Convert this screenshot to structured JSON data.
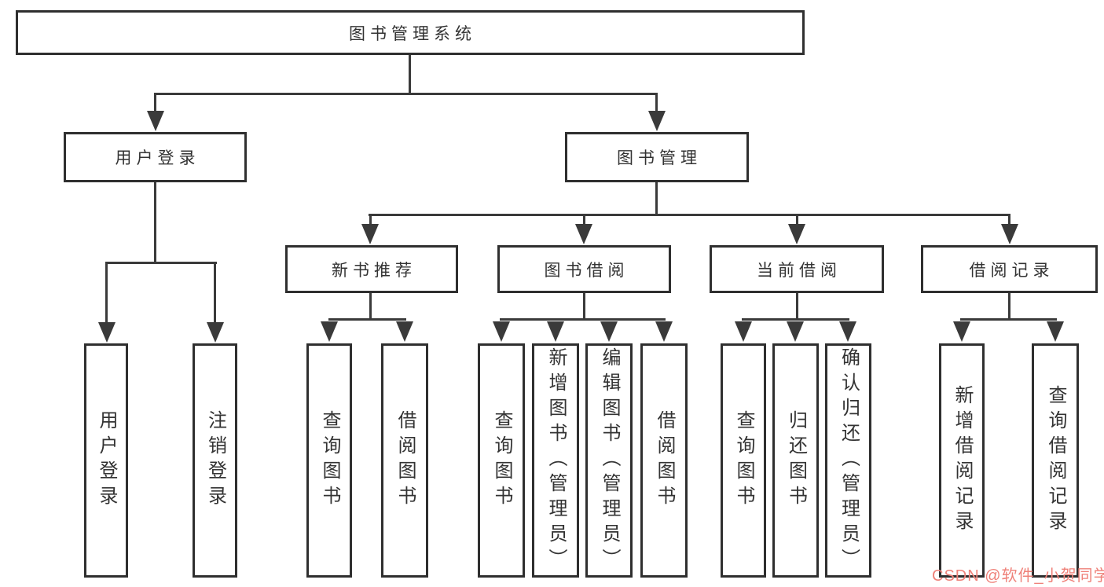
{
  "diagram": {
    "root": {
      "label": "图书管理系统"
    },
    "branches": [
      {
        "label": "用户登录",
        "children": [
          {
            "label": "用户登录"
          },
          {
            "label": "注销登录"
          }
        ]
      },
      {
        "label": "图书管理",
        "children": [
          {
            "label": "新书推荐",
            "children": [
              {
                "label": "查询图书"
              },
              {
                "label": "借阅图书"
              }
            ]
          },
          {
            "label": "图书借阅",
            "children": [
              {
                "label": "查询图书"
              },
              {
                "label": "新增图书（管理员）"
              },
              {
                "label": "编辑图书（管理员）"
              },
              {
                "label": "借阅图书"
              }
            ]
          },
          {
            "label": "当前借阅",
            "children": [
              {
                "label": "查询图书"
              },
              {
                "label": "归还图书"
              },
              {
                "label": "确认归还（管理员）"
              }
            ]
          },
          {
            "label": "借阅记录",
            "children": [
              {
                "label": "新增借阅记录"
              },
              {
                "label": "查询借阅记录"
              }
            ]
          }
        ]
      }
    ]
  },
  "watermark": {
    "text": "CSDN @软件_小贺同学"
  },
  "colors": {
    "background": "#ffffff",
    "box_border": "#2f2f2f",
    "connector_line": "#3a3a3a",
    "text": "#333333",
    "watermark_text": "#ef8179"
  }
}
